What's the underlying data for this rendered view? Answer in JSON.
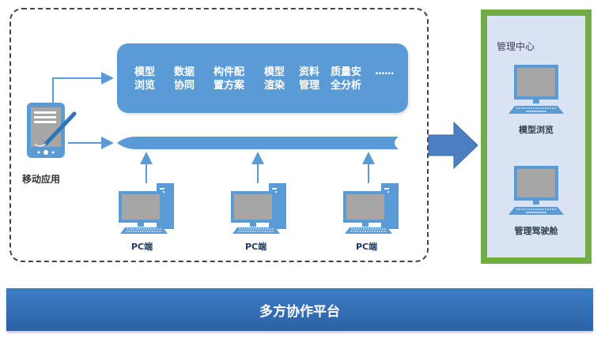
{
  "features_panel": {
    "items": [
      {
        "line1": "模型",
        "line2": "浏览"
      },
      {
        "line1": "数据",
        "line2": "协同"
      },
      {
        "line1": "构件配",
        "line2": "置方案"
      },
      {
        "line1": "模型",
        "line2": "渲染"
      },
      {
        "line1": "资料",
        "line2": "管理"
      },
      {
        "line1": "质量安",
        "line2": "全分析"
      }
    ],
    "ellipsis": "......"
  },
  "mobile": {
    "label": "移动应用",
    "icon": "tablet-stylus-icon"
  },
  "pc_clients": [
    {
      "label": "PC端",
      "icon": "desktop-computer-icon"
    },
    {
      "label": "PC端",
      "icon": "desktop-computer-icon"
    },
    {
      "label": "PC端",
      "icon": "desktop-computer-icon"
    }
  ],
  "management_center": {
    "title": "管理中心",
    "items": [
      {
        "label": "模型浏览",
        "icon": "laptop-icon"
      },
      {
        "label": "管理驾驶舱",
        "icon": "laptop-icon"
      }
    ]
  },
  "platform": {
    "label": "多方协作平台"
  },
  "colors": {
    "primary_blue": "#5b9bd5",
    "dark_blue": "#2d62a3",
    "green_frame": "#70ad47",
    "panel_bg": "#dae3f3",
    "screen_gray": "#a6a6a6"
  }
}
